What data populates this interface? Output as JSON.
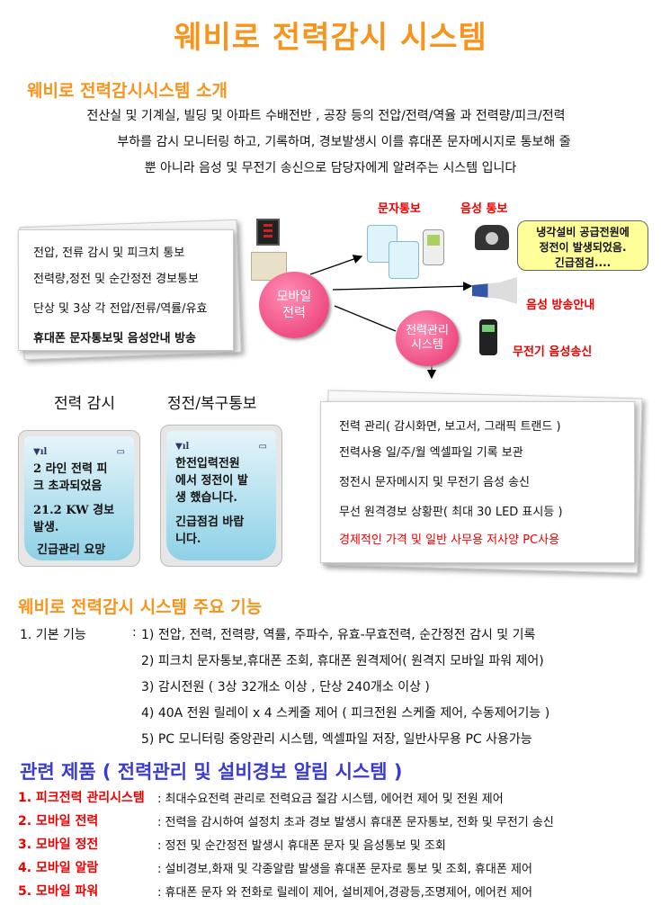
{
  "title": "웨비로 전력감시 시스템",
  "intro": {
    "heading": "웨비로 전력감시시스템 소개",
    "lines": [
      "전산실 및 기계실, 빌딩 및 아파트 수배전반 , 공장 등의 전압/전력/역율 과 전력량/피크/전력",
      "부하를 감시 모니터링 하고, 기록하며, 경보발생시 이를  휴대폰 문자메시지로 통보해 줄",
      "뿐 아니라 음성 및 무전기 송신으로 담당자에게 알려주는 시스템 입니다"
    ]
  },
  "diagram": {
    "left_box": [
      "전압, 전류 감시 및 피크치 통보",
      "전력량,정전 및 순간정전 경보통보",
      "단상 및 3상 각 전압/전류/역률/유효",
      "휴대폰 문자통보및 음성안내 방송"
    ],
    "mobile_power": [
      "모바일",
      "전력"
    ],
    "power_mgmt": [
      "전력관리",
      "시스템"
    ],
    "sms_label": "문자통보",
    "voice_label": "음성 통보",
    "bubble": [
      "냉각설비 공급전원에",
      "정전이 발생되었음.",
      "긴급점검...."
    ],
    "broadcast_label": "음성 방송안내",
    "radio_label": "무전기 음성송신",
    "monitor_label": "전력 감시",
    "outage_label": "정전/복구통보",
    "phone1": [
      "2 라인 전력 피",
      "크 초과되었음",
      "21.2 KW 경보",
      "발생.",
      "긴급관리 요망"
    ],
    "phone2": [
      "한전입력전원",
      "에서 정전이 발",
      "생 했습니다.",
      "긴급점검 바랍",
      "니다."
    ],
    "right_box": [
      "전력 관리( 감시화면, 보고서, 그래픽 트랜드 )",
      "전력사용 일/주/월  엑셀파일 기록 보관",
      "정전시 문자메시지 및 무전기 음성 송신",
      "무선 원격경보 상황판( 최대 30 LED 표시등 )",
      "경제적인 가격 및 일반 사무용 저사양 PC사용"
    ]
  },
  "features": {
    "heading": "웨비로 전력감시 시스템 주요 기능",
    "label": "1.  기본 기능",
    "colon": ":",
    "items": [
      "1) 전압, 전력, 전력량, 역률, 주파수, 유효-무효전력, 순간정전 감시 및 기록",
      "2) 피크치 문자통보,휴대폰 조회, 휴대폰 원격제어( 원격지 모바일 파워 제어)",
      "3) 감시전원 ( 3상 32개소 이상 , 단상 240개소 이상 )",
      "4) 40A 전원 릴레이 x 4 스케줄 제어 ( 피크전원 스케줄 제어, 수동제어기능 )",
      "5) PC 모니터링 중앙관리 시스템, 엑셀파일 저장, 일반사무용 PC 사용가능"
    ]
  },
  "products": {
    "heading": "관련 제품 ( 전력관리 및 설비경보 알림 시스템 )",
    "items": [
      {
        "name": "1. 피크전력 관리시스템",
        "desc": ": 최대수요전력 관리로 전력요금 절감 시스템, 에어컨 제어 및 전원 제어"
      },
      {
        "name": "2. 모바일 전력",
        "desc": ": 전력을 감시하여 설정치 초과 경보 발생시 휴대폰 문자통보, 전화 및 무전기 송신"
      },
      {
        "name": "3. 모바일 정전",
        "desc": ": 정전 및 순간정전 발생시 휴대폰 문자 및 음성통보 및 조회"
      },
      {
        "name": "4. 모바일 알람",
        "desc": ": 설비경보,화재 및 각종알람 발생을 휴대폰 문자로 통보 및 조회, 휴대폰 제어"
      },
      {
        "name": "5. 모바일 파워",
        "desc": ":  휴대폰 문자 와 전화로 릴레이 제어, 설비제어,경광등,조명제어, 에어컨 제어"
      }
    ]
  }
}
